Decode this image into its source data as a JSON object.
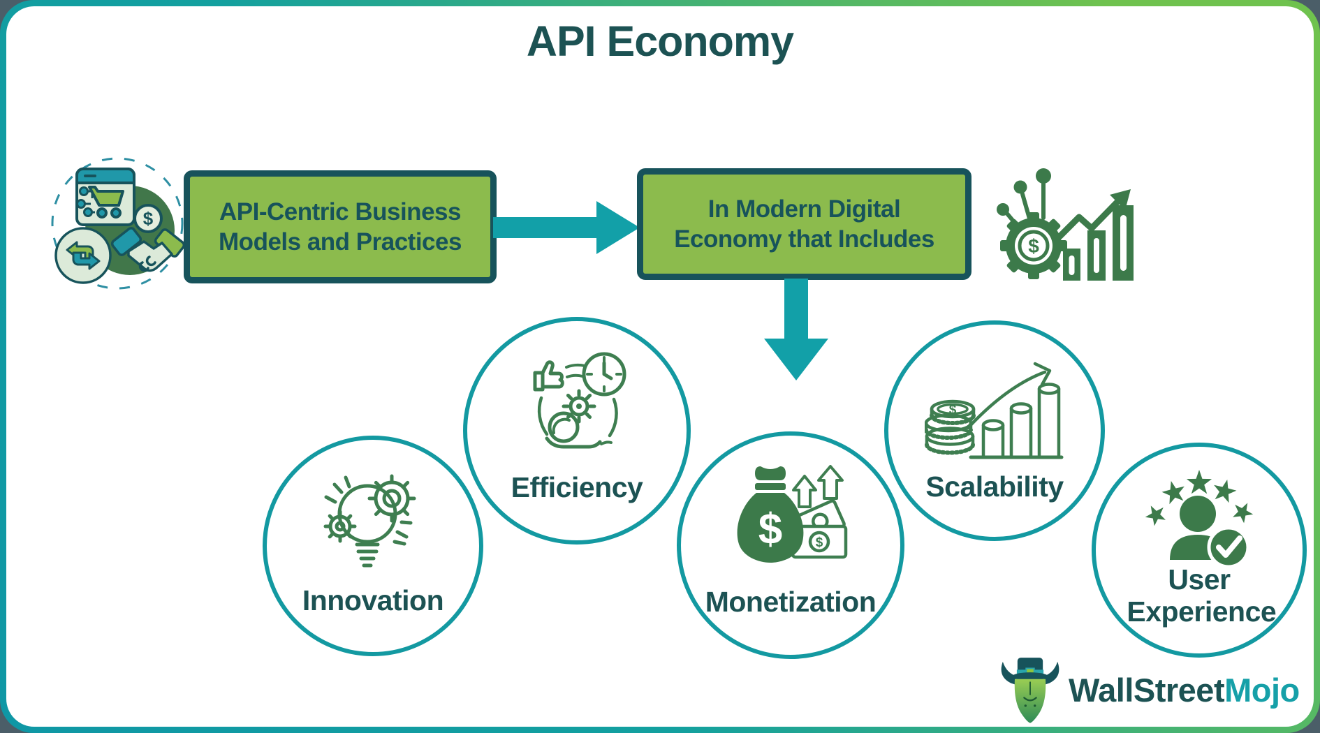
{
  "title": "API Economy",
  "flow": {
    "source_label": "API-Centric Business Models and Practices",
    "target_label": "In Modern Digital Economy that Includes"
  },
  "circles": {
    "innovation": "Innovation",
    "efficiency": "Efficiency",
    "monetization": "Monetization",
    "scalability": "Scalability",
    "user_experience": "User Experience"
  },
  "logo": {
    "wallstreet": "WallStreet",
    "mojo": "Mojo"
  },
  "glyphs": {
    "dollar": "$"
  },
  "icons": {
    "api-business-icon": "browser with shopping cart, dollar coin, sync arrows and handshake inside dashed circle",
    "gear-chart-icon": "dollar gear with circuit nodes, rising bars and zigzag growth arrow",
    "efficiency-icon": "thumbs-up, clock, gear and hand holding coin",
    "innovation-icon": "lightbulb with gears and rays",
    "monetization-icon": "money bag with banknotes and up arrows",
    "scalability-icon": "coin stack with cylinder bar chart and growth arrow",
    "user-experience-icon": "person with five stars and check badge",
    "bull-mascot-icon": "WallStreetMojo bull wearing top hat"
  },
  "colors": {
    "title_text": "#1C5253",
    "box_fill": "#8CBB4D",
    "box_border": "#17535B",
    "arrow_teal": "#12A0A8",
    "circle_ring": "#1399A1",
    "icon_outline_green": "#3E7E50",
    "icon_solid_green": "#3C7A4A",
    "logo_dark": "#1C5253",
    "logo_teal": "#16A0A8",
    "frame_gradient_start": "#0F97A5",
    "frame_gradient_end": "#6FC24E",
    "page_background": "#4B5E68",
    "card_background": "#FFFFFF"
  }
}
